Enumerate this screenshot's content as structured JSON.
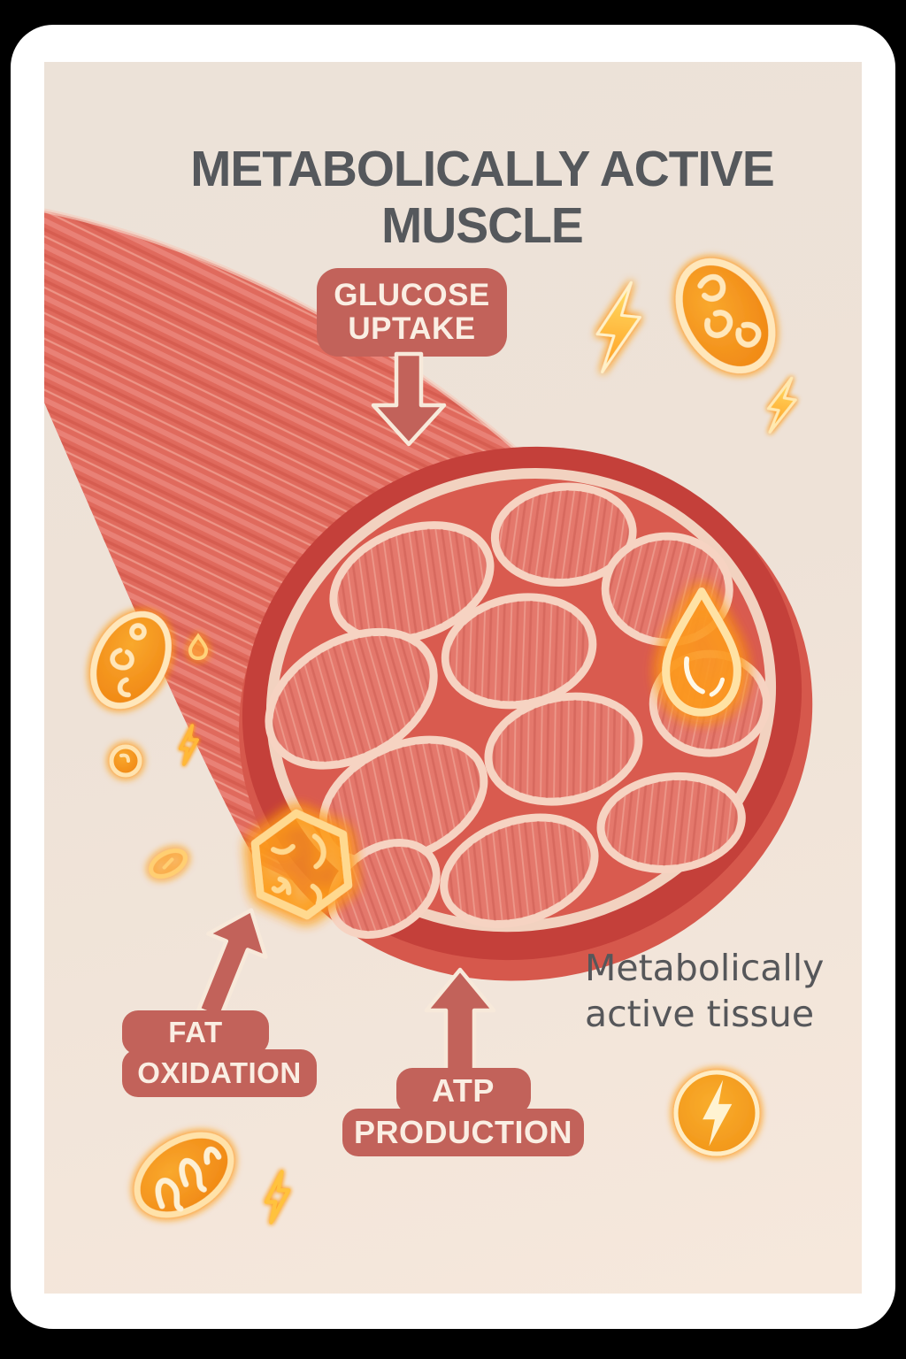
{
  "title": {
    "line1": "METABOLICALLY ACTIVE",
    "line2": "MUSCLE"
  },
  "callouts": {
    "glucose_uptake": {
      "line1": "GLUCOSE",
      "line2": "UPTAKE"
    },
    "fat_oxidation": {
      "line1": "FAT",
      "line2": "OXIDATION"
    },
    "atp_production": {
      "line1": "ATP",
      "line2": "PRODUCTION"
    }
  },
  "caption": {
    "line1": "Metabolically",
    "line2": "active tissue"
  },
  "icons": {
    "items": [
      {
        "name": "mitochondria-icon",
        "count": 3,
        "style": "glowing orange oval with cristae squiggles"
      },
      {
        "name": "lightning-bolt-icon",
        "count": 4,
        "style": "glowing orange energy bolt"
      },
      {
        "name": "fat-droplet-icon",
        "count": 1,
        "style": "glowing outlined droplet on muscle face"
      },
      {
        "name": "glucose-hexagon-icon",
        "count": 1,
        "style": "glowing outlined hexagon molecule"
      },
      {
        "name": "energy-badge-icon",
        "count": 1,
        "style": "orange circle badge with lightning bolt"
      },
      {
        "name": "small-droplet-dot-icon",
        "count": 3,
        "style": "tiny glowing specks"
      }
    ]
  },
  "colors": {
    "background": "#000000",
    "card": "#ffffff",
    "panel_beige": "#ece2d8",
    "callout_red": "#c2625a",
    "callout_text": "#faeee3",
    "title_gray": "#55585c",
    "caption_gray": "#56575a",
    "muscle_salmon": "#e06a5d",
    "epimysium_red": "#c4403a",
    "fascicle_fill": "#e4786c",
    "fascicle_outline": "#f6d3c2",
    "glow_orange": "#f9981e"
  }
}
